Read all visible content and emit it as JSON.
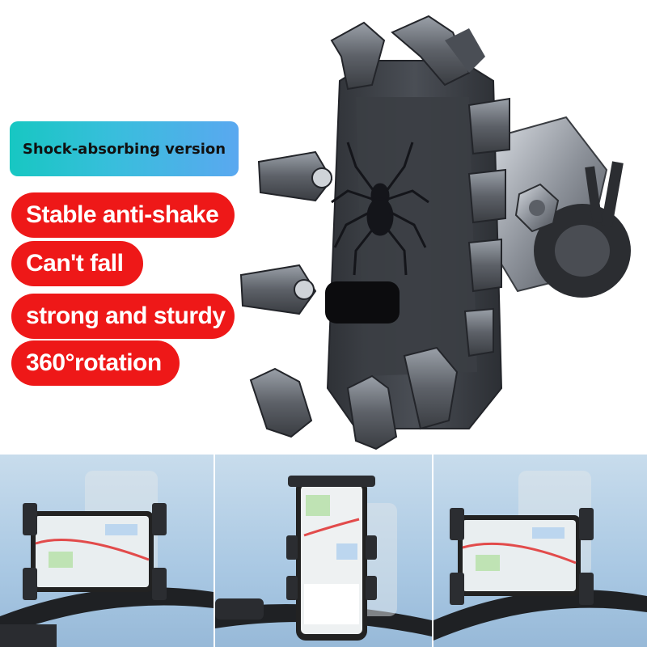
{
  "features": {
    "version": "Shock-absorbing version",
    "items": [
      "Stable anti-shake",
      "Can't fall",
      "strong and sturdy",
      "360°rotation"
    ]
  },
  "colors": {
    "badge_start": "#17c7c2",
    "badge_end": "#5aa8f0",
    "pill_red": "#ee1818",
    "holder_dark": "#3a3d42",
    "holder_mid": "#5b5f66",
    "holder_light": "#8d9198",
    "sky": "#a9c8e3"
  },
  "icons": [
    "spider-emblem-icon",
    "phone-map-icon"
  ],
  "panels": [
    {
      "name": "landscape-mount-photo",
      "orientation": "landscape"
    },
    {
      "name": "portrait-mount-photo",
      "orientation": "portrait"
    },
    {
      "name": "rotation-demo-photo",
      "orientation": "landscape"
    }
  ]
}
